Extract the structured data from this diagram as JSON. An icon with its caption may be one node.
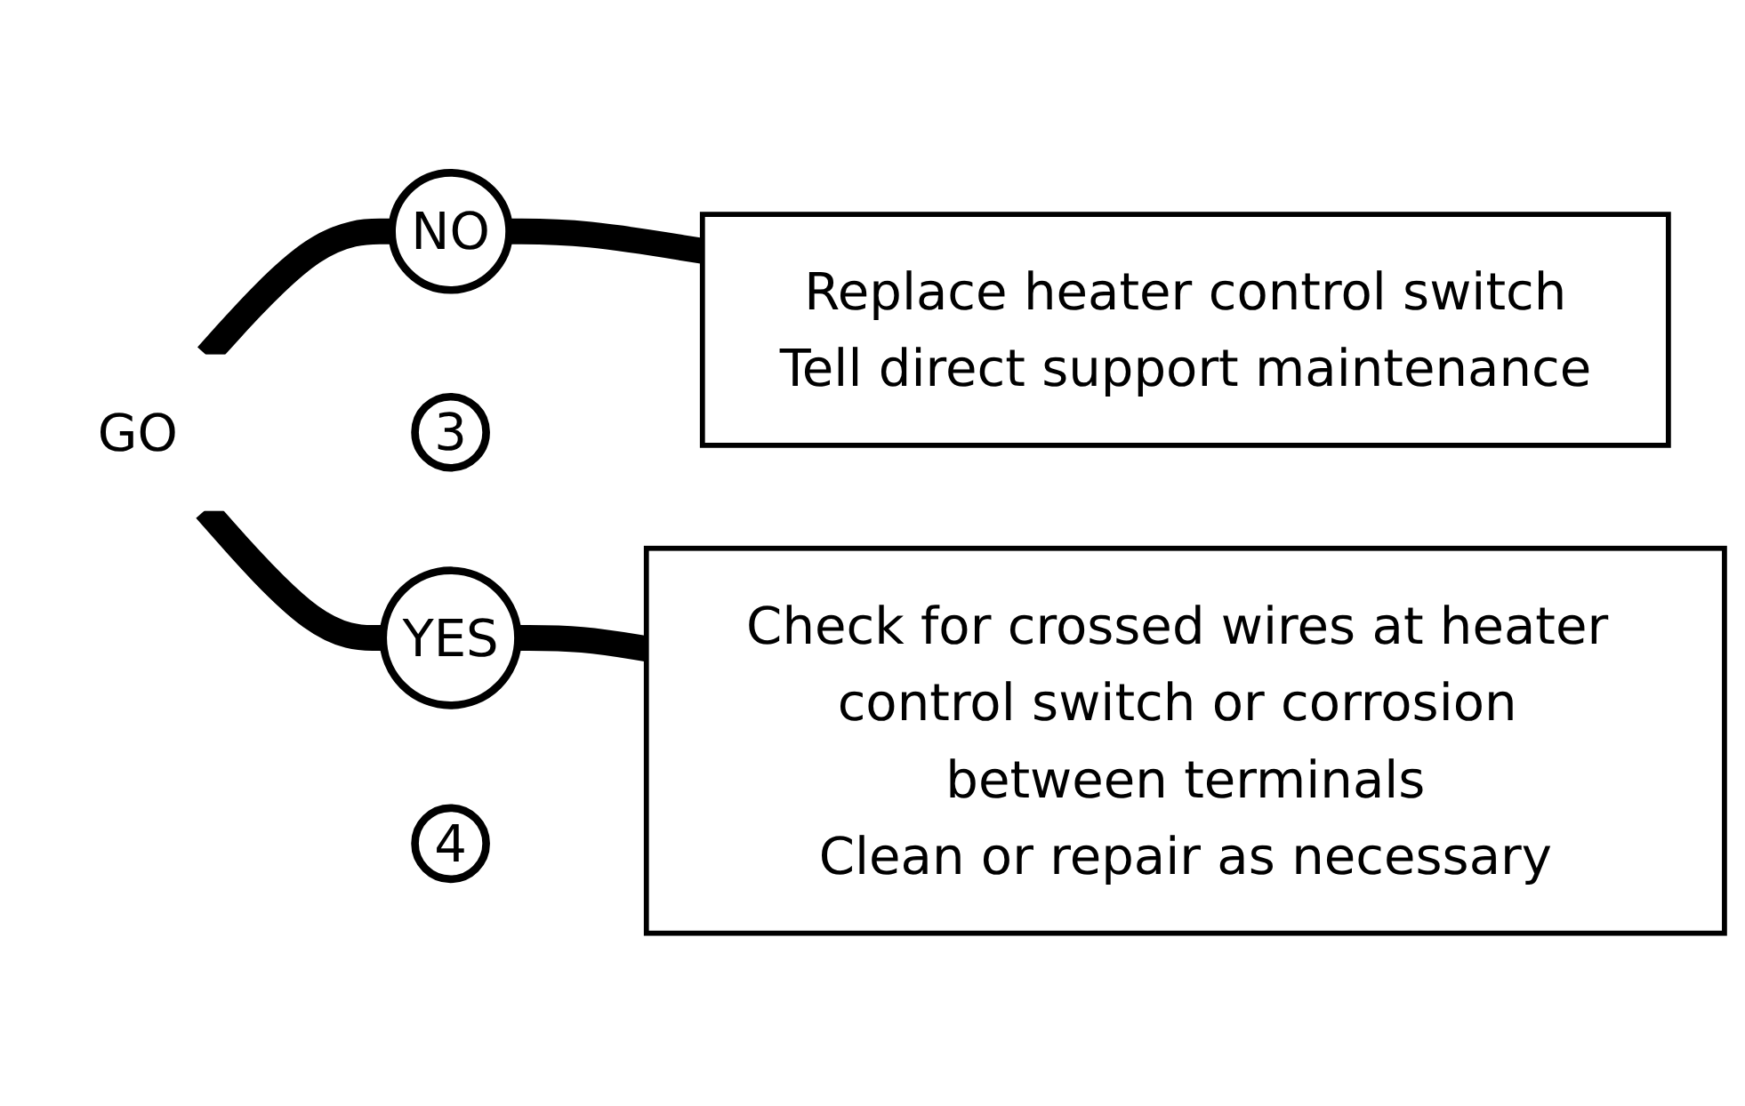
{
  "diagram": {
    "nodes": [
      {
        "text": [
          "GO"
        ]
      },
      {
        "text": [
          "NO"
        ]
      },
      {
        "text": [
          "YES"
        ]
      },
      {
        "text": [
          "3"
        ]
      },
      {
        "text": [
          "Replace heater control switch",
          "Tell direct support maintenance"
        ]
      },
      {
        "text": [
          "4"
        ]
      },
      {
        "text": [
          "Check for crossed wires at heater control switch or corrosion between terminals",
          "Clean or repair as necessary"
        ]
      }
    ],
    "edges": [
      {
        "from": 0,
        "to": 1,
        "arrow": "none"
      },
      {
        "from": 0,
        "to": 2,
        "arrow": "none"
      },
      {
        "from": 1,
        "to": 4,
        "arrow": "none"
      },
      {
        "from": 2,
        "to": 6,
        "arrow": "none"
      }
    ]
  }
}
